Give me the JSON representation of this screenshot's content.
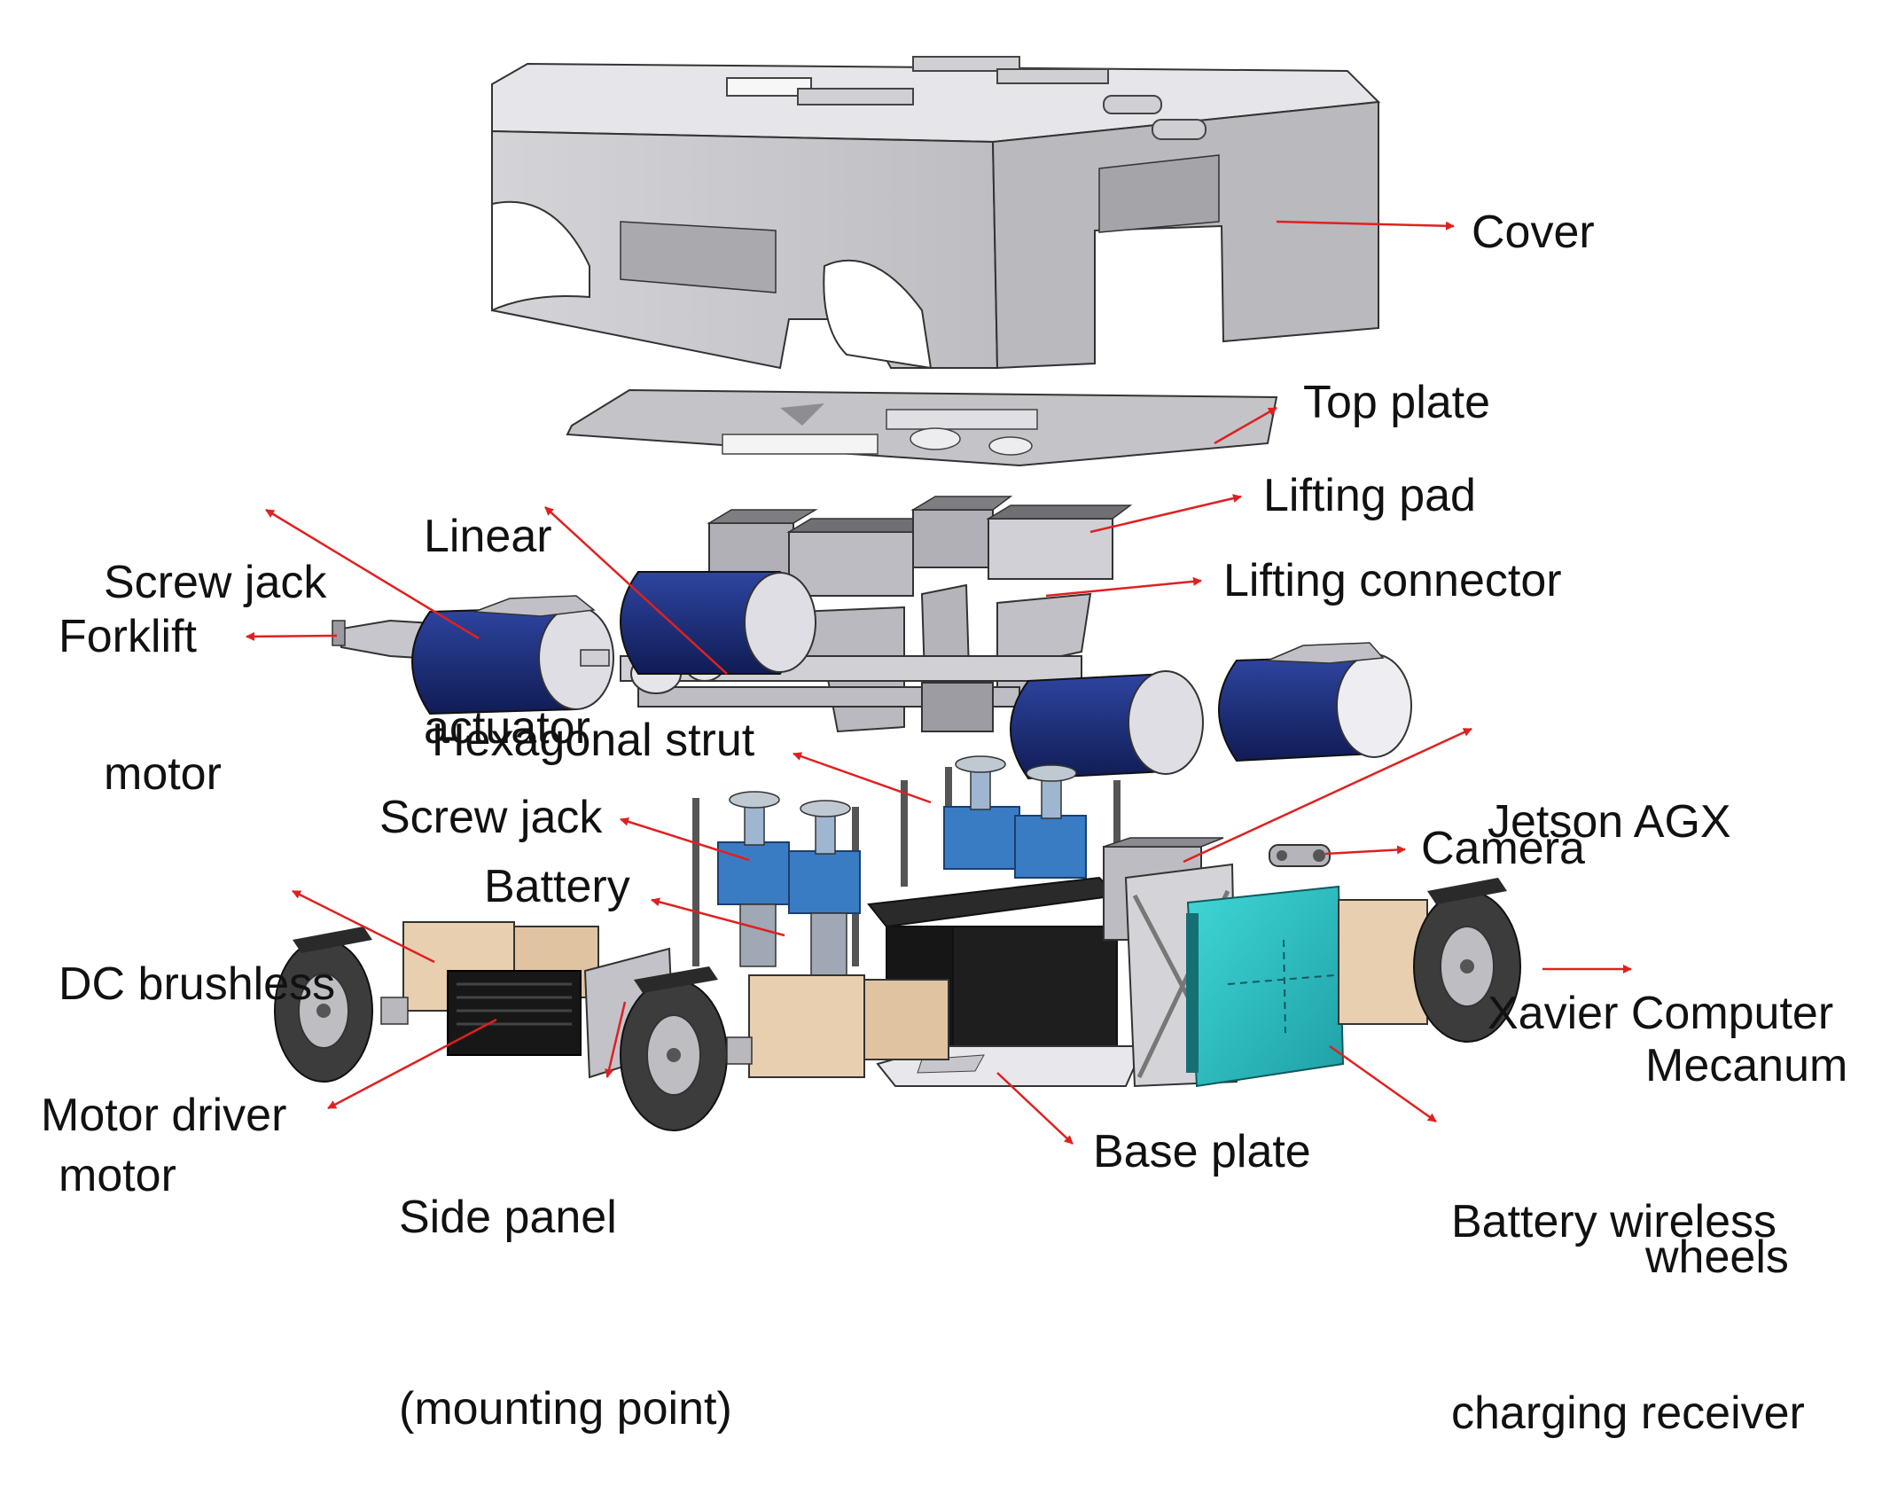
{
  "labels": {
    "cover": "Cover",
    "top_plate": "Top plate",
    "linear_actuator": [
      "Linear",
      "actuator"
    ],
    "screw_jack_motor": [
      "Screw jack",
      "motor"
    ],
    "lifting_pad": "Lifting pad",
    "lifting_connector": "Lifting connector",
    "forklift": "Forklift",
    "jetson": [
      "Jetson AGX",
      "Xavier Computer"
    ],
    "hexagonal_strut": "Hexagonal strut",
    "screw_jack": "Screw jack",
    "camera": "Camera",
    "dc_brushless_motor": [
      "DC brushless",
      "motor"
    ],
    "battery": "Battery",
    "mecanum_wheels": [
      "Mecanum",
      "wheels"
    ],
    "motor_driver": "Motor driver",
    "side_panel": [
      "Side panel",
      "(mounting point)"
    ],
    "base_plate": "Base plate",
    "battery_wireless": [
      "Battery wireless",
      "charging receiver"
    ]
  },
  "colors": {
    "arrow": "#e02020",
    "motor_blue": "#1a2d7a",
    "jack_blue": "#3a7cc4",
    "receiver_teal": "#2bbfbf",
    "frame_grey": "#b8b8bc",
    "cover_grey": "#c8c8cc",
    "tan": "#e8cfb0",
    "dark": "#1e1e1e"
  }
}
